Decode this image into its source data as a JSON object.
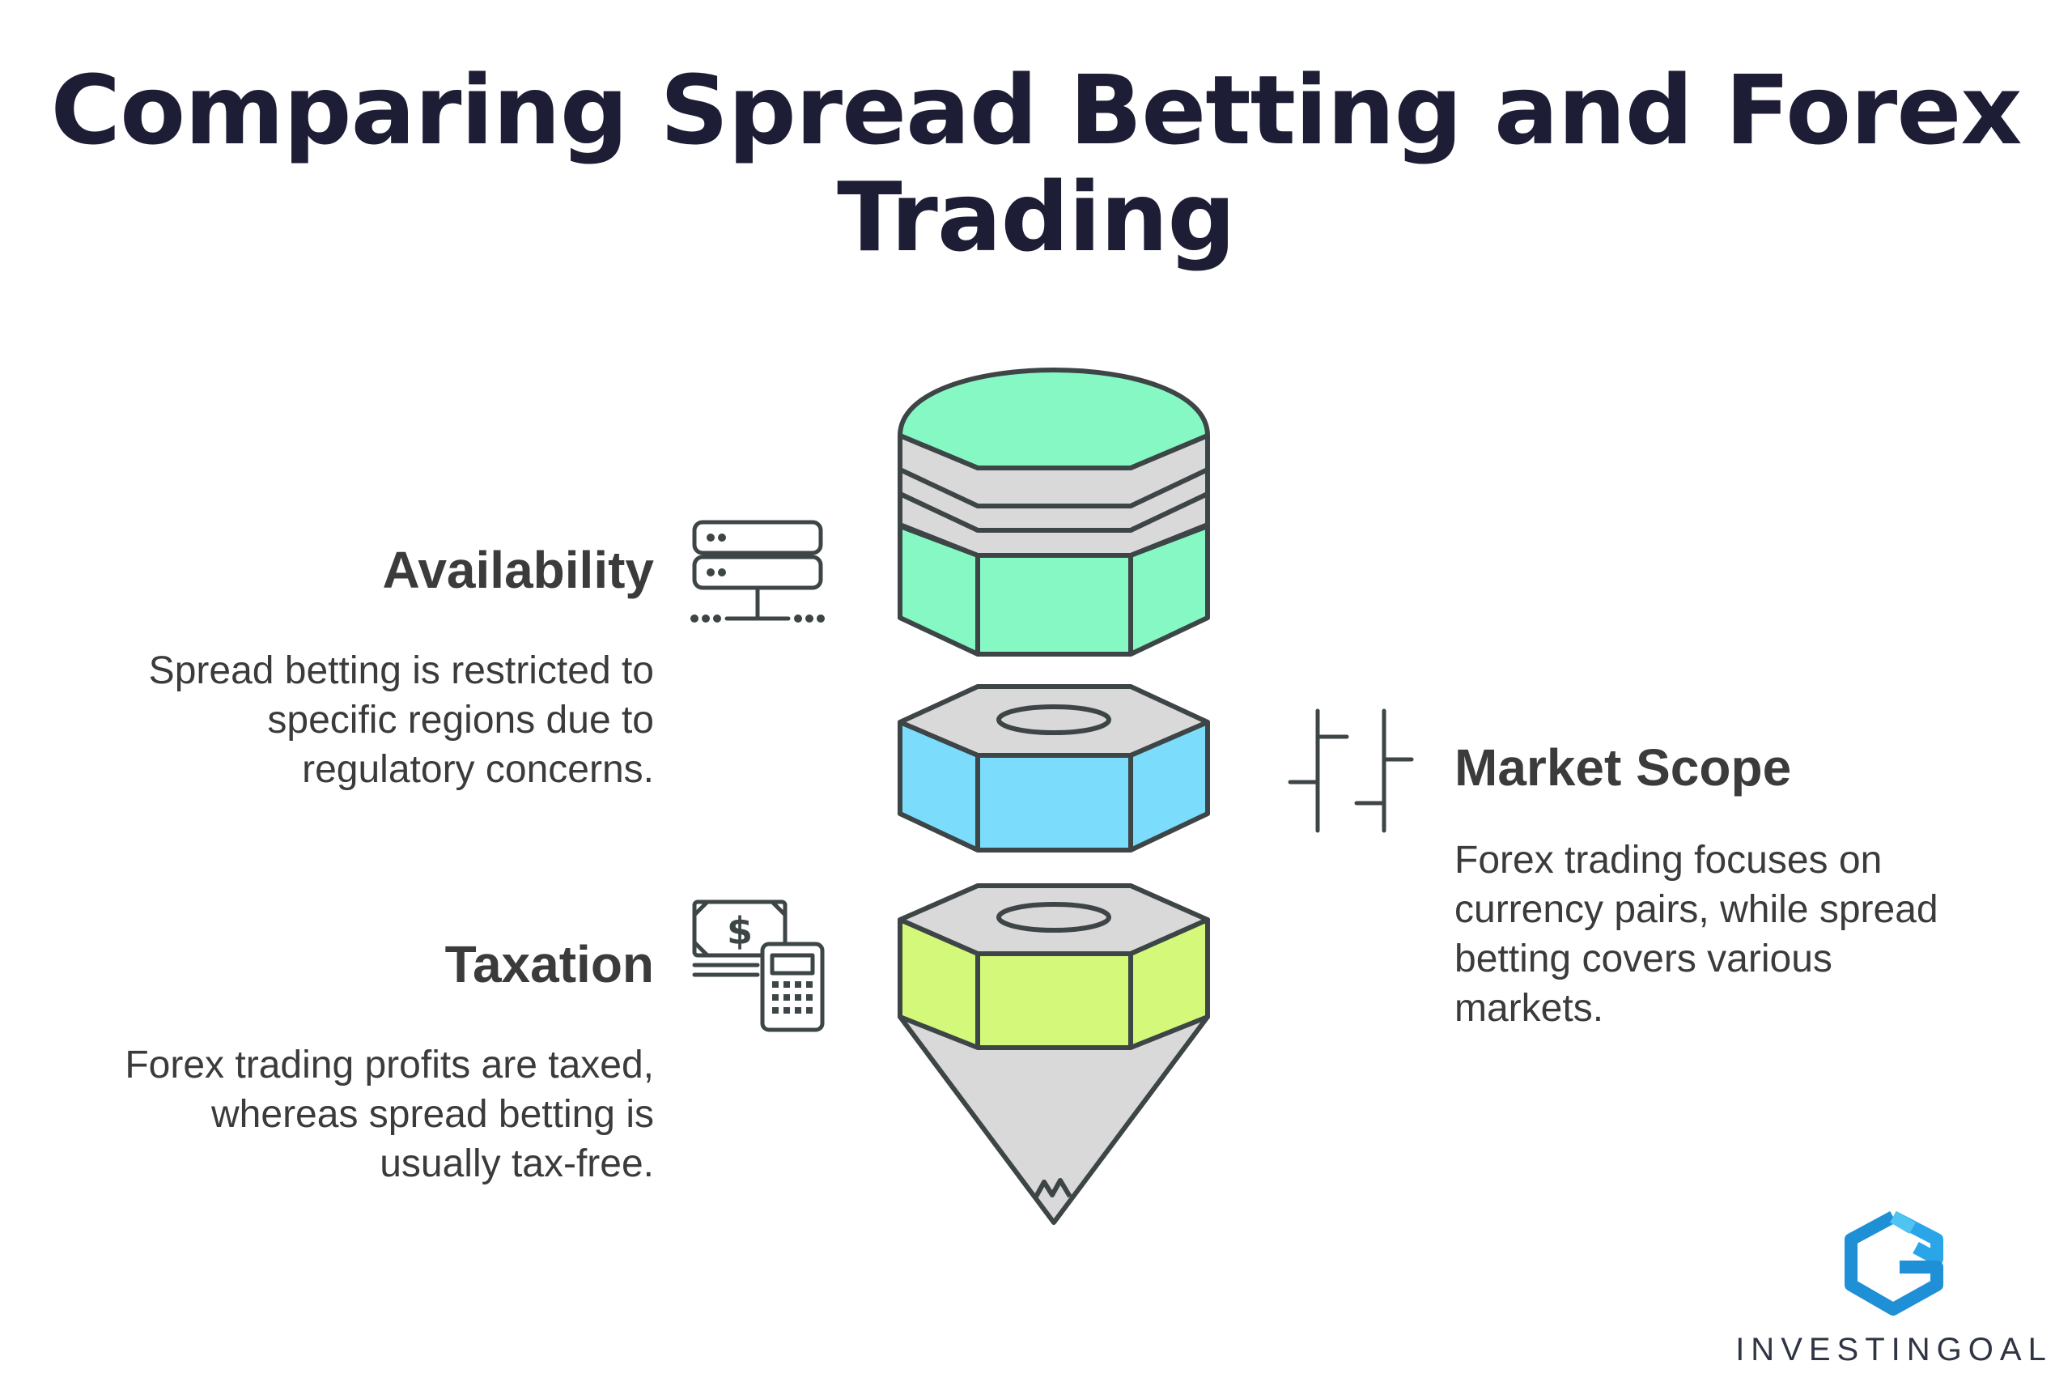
{
  "title": {
    "line1": "Comparing Spread Betting and Forex",
    "line2": "Trading"
  },
  "sections": {
    "availability": {
      "heading": "Availability",
      "desc_lines": [
        "Spread betting is restricted to",
        "specific regions due to",
        "regulatory concerns."
      ],
      "icon": "server-icon"
    },
    "taxation": {
      "heading": "Taxation",
      "desc_lines": [
        "Forex trading profits are taxed,",
        "whereas spread betting is",
        "usually tax-free."
      ],
      "icon": "money-calculator-icon"
    },
    "market_scope": {
      "heading": "Market Scope",
      "desc_lines": [
        "Forex trading focuses on",
        "currency pairs, while spread",
        "betting covers various",
        "markets."
      ],
      "icon": "candlestick-chart-icon"
    }
  },
  "brand": {
    "name": "INVESTINGOAL",
    "logo_icon": "investingoal-logo-icon"
  },
  "colors": {
    "title": "#1d1d35",
    "text": "#3b3b3b",
    "segment_top": "#86f8c4",
    "segment_middle": "#7bdcfc",
    "segment_bottom": "#d4f87a",
    "gray": "#d9d9d9",
    "outline": "#3d4546",
    "logo_blue": "#2aa6e8"
  }
}
